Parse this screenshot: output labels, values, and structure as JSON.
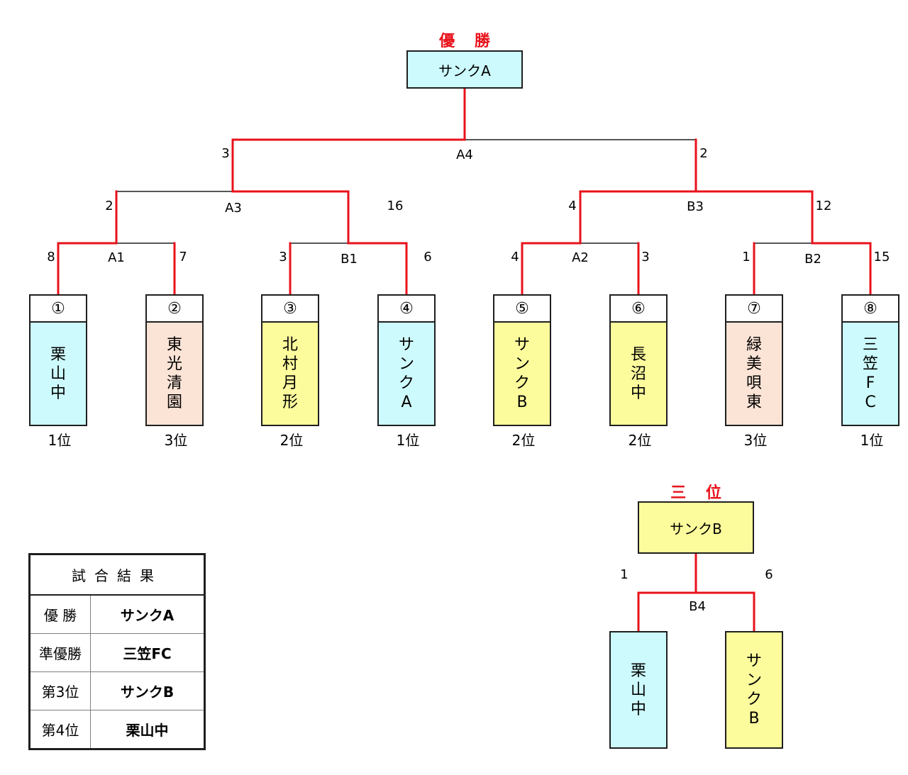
{
  "titles": {
    "champion": "優 勝",
    "third_place": "三 位"
  },
  "champion_box": "サンクA",
  "third_box": "サンクB",
  "teams": [
    {
      "num": "①",
      "name": [
        "栗",
        "山",
        "中"
      ],
      "rank": "1位",
      "color": "#cdfafd"
    },
    {
      "num": "②",
      "name": [
        "東",
        "光",
        "清",
        "園"
      ],
      "rank": "3位",
      "color": "#fbe4d6"
    },
    {
      "num": "③",
      "name": [
        "北",
        "村",
        "月",
        "形"
      ],
      "rank": "2位",
      "color": "#fdfc9d"
    },
    {
      "num": "④",
      "name": [
        "サ",
        "ン",
        "ク",
        "A"
      ],
      "rank": "1位",
      "color": "#cdfafd"
    },
    {
      "num": "⑤",
      "name": [
        "サ",
        "ン",
        "ク",
        "B"
      ],
      "rank": "2位",
      "color": "#fdfc9d"
    },
    {
      "num": "⑥",
      "name": [
        "長",
        "沼",
        "中"
      ],
      "rank": "2位",
      "color": "#fdfc9d"
    },
    {
      "num": "⑦",
      "name": [
        "緑",
        "美",
        "唄",
        "東"
      ],
      "rank": "3位",
      "color": "#fbe4d6"
    },
    {
      "num": "⑧",
      "name": [
        "三",
        "笠",
        "F",
        "C"
      ],
      "rank": "1位",
      "color": "#cdfafd"
    }
  ],
  "matches": {
    "A1": {
      "label": "A1",
      "left": "8",
      "right": "7"
    },
    "B1": {
      "label": "B1",
      "left": "3",
      "right": "6"
    },
    "A2": {
      "label": "A2",
      "left": "4",
      "right": "3"
    },
    "B2": {
      "label": "B2",
      "left": "1",
      "right": "15"
    },
    "A3": {
      "label": "A3",
      "left": "2",
      "right": "16"
    },
    "B3": {
      "label": "B3",
      "left": "4",
      "right": "12"
    },
    "A4": {
      "label": "A4",
      "left": "3",
      "right": "2"
    },
    "B4": {
      "label": "B4",
      "left": "1",
      "right": "6"
    }
  },
  "third_teams": [
    {
      "name": [
        "栗",
        "山",
        "中"
      ],
      "color": "#cdfafd"
    },
    {
      "name": [
        "サ",
        "ン",
        "ク",
        "B"
      ],
      "color": "#fdfc9d"
    }
  ],
  "results": {
    "header": "試合結果",
    "rows": [
      {
        "k": "優 勝",
        "v": "サンクA"
      },
      {
        "k": "準優勝",
        "v": "三笠FC"
      },
      {
        "k": "第3位",
        "v": "サンクB"
      },
      {
        "k": "第4位",
        "v": "栗山中"
      }
    ]
  },
  "colors": {
    "winner_line": "#e8121b",
    "loser_line": "#1f1f1f"
  }
}
